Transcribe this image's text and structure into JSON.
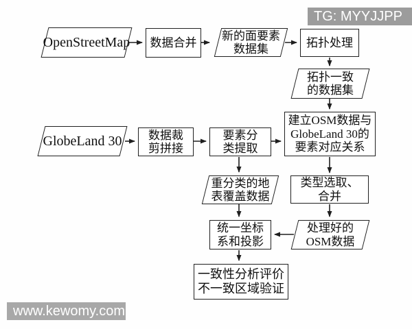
{
  "overlays": {
    "badge": "TG: MYYJJPP",
    "watermark": "www.kewomy.com"
  },
  "colors": {
    "background": "#fefefe",
    "node_fill": "#ffffff",
    "line": "#1f1f1f",
    "text": "#0f0f0f",
    "badge_bg": "#9c9c9c",
    "watermark_bg": "#a8a8a8",
    "overlay_text": "#ffffff"
  },
  "flowchart": {
    "nodes": {
      "openstreetmap": {
        "shape": "data",
        "lines": [
          "OpenStreetMap"
        ]
      },
      "data_merge": {
        "shape": "process",
        "lines": [
          "数据合并"
        ]
      },
      "new_polygon_dataset": {
        "shape": "data",
        "lines": [
          "新的面要素",
          "数据集"
        ]
      },
      "topology_process": {
        "shape": "process",
        "lines": [
          "拓扑处理"
        ]
      },
      "topology_consistent_dataset": {
        "shape": "data",
        "lines": [
          "拓扑一致",
          "的数据集"
        ]
      },
      "build_correspondence": {
        "shape": "process",
        "lines": [
          "建立OSM数据与",
          "GlobeLand 30的",
          "要素对应关系"
        ]
      },
      "globeland30": {
        "shape": "data",
        "lines": [
          "GlobeLand 30"
        ]
      },
      "data_clip_mosaic": {
        "shape": "process",
        "lines": [
          "数据裁",
          "剪拼接"
        ]
      },
      "feature_class_extract": {
        "shape": "process",
        "lines": [
          "要素分",
          "类提取"
        ]
      },
      "reclassified_landcover": {
        "shape": "data",
        "lines": [
          "重分类的地",
          "表覆盖数据"
        ]
      },
      "type_select_merge": {
        "shape": "process",
        "lines": [
          "类型选取、",
          "合并"
        ]
      },
      "unify_crs_projection": {
        "shape": "process",
        "lines": [
          "统一坐标",
          "系和投影"
        ]
      },
      "processed_osm_data": {
        "shape": "data",
        "lines": [
          "处理好的",
          "OSM数据"
        ]
      },
      "consistency_analysis": {
        "shape": "process",
        "lines": [
          "一致性分析评价",
          "不一致区域验证"
        ]
      }
    },
    "edges": [
      {
        "from": "openstreetmap",
        "to": "data_merge"
      },
      {
        "from": "data_merge",
        "to": "new_polygon_dataset"
      },
      {
        "from": "new_polygon_dataset",
        "to": "topology_process"
      },
      {
        "from": "topology_process",
        "to": "topology_consistent_dataset"
      },
      {
        "from": "topology_consistent_dataset",
        "to": "build_correspondence"
      },
      {
        "from": "globeland30",
        "to": "data_clip_mosaic"
      },
      {
        "from": "data_clip_mosaic",
        "to": "feature_class_extract"
      },
      {
        "from": "feature_class_extract",
        "to": "build_correspondence"
      },
      {
        "from": "feature_class_extract",
        "to": "reclassified_landcover"
      },
      {
        "from": "build_correspondence",
        "to": "type_select_merge"
      },
      {
        "from": "reclassified_landcover",
        "to": "unify_crs_projection"
      },
      {
        "from": "type_select_merge",
        "to": "processed_osm_data"
      },
      {
        "from": "processed_osm_data",
        "to": "unify_crs_projection"
      },
      {
        "from": "unify_crs_projection",
        "to": "consistency_analysis"
      }
    ]
  }
}
